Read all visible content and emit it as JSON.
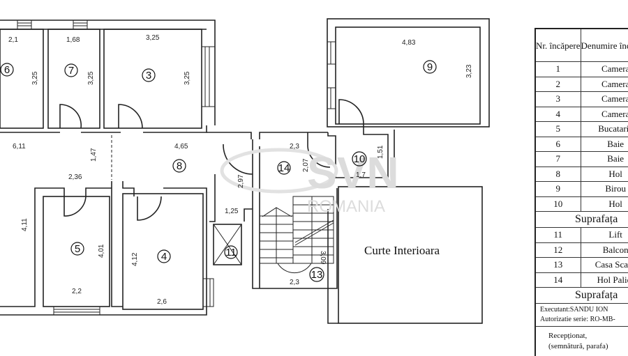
{
  "plan": {
    "rooms": [
      {
        "num": "6",
        "width": "2,1",
        "length": "3,25"
      },
      {
        "num": "7",
        "width": "1,68",
        "length": "3,25"
      },
      {
        "num": "3",
        "width": "3,25",
        "length": "3,25"
      },
      {
        "num": "9",
        "width": "4,83",
        "length": "3,23"
      },
      {
        "num": "8",
        "width": "4,65",
        "length": "1,47"
      },
      {
        "num": "10",
        "width": "1,7",
        "length": "1,51"
      },
      {
        "num": "14",
        "width": "2,3",
        "length": "2,07"
      },
      {
        "num": "5",
        "width": "2,2",
        "length": "4,01"
      },
      {
        "num": "4",
        "width": "2,6",
        "length": "4,12"
      },
      {
        "num": "11",
        "width": "1,25",
        "length": "2,97"
      },
      {
        "num": "13",
        "width": "2,3",
        "length": "3,09"
      }
    ],
    "extra_dims": {
      "hall_left_width": "6,11",
      "hall_mid": "2,36",
      "left_room_length": "4,11"
    },
    "courtyard_label": "Curte Interioara",
    "watermark": {
      "brand": "SVN",
      "country": "ROMANIA"
    }
  },
  "legend": {
    "header": {
      "nr": "Nr. încăpere",
      "name": "Denumire încăpere"
    },
    "rows": [
      {
        "nr": "1",
        "name": "Camera"
      },
      {
        "nr": "2",
        "name": "Camera"
      },
      {
        "nr": "3",
        "name": "Camera"
      },
      {
        "nr": "4",
        "name": "Camera"
      },
      {
        "nr": "5",
        "name": "Bucatarie"
      },
      {
        "nr": "6",
        "name": "Baie"
      },
      {
        "nr": "7",
        "name": "Baie"
      },
      {
        "nr": "8",
        "name": "Hol"
      },
      {
        "nr": "9",
        "name": "Birou"
      },
      {
        "nr": "10",
        "name": "Hol"
      }
    ],
    "section1": "Suprafața",
    "rows2": [
      {
        "nr": "11",
        "name": "Lift"
      },
      {
        "nr": "12",
        "name": "Balcon"
      },
      {
        "nr": "13",
        "name": "Casa Scarii"
      },
      {
        "nr": "14",
        "name": "Hol Palier"
      }
    ],
    "section2": "Suprafața",
    "executant": "Executant:SANDU ION",
    "autorizatie": "Autorizatie serie: RO-MB-",
    "receptionat": "Recepționat,",
    "semnatura": "(semnătură, parafa)"
  }
}
